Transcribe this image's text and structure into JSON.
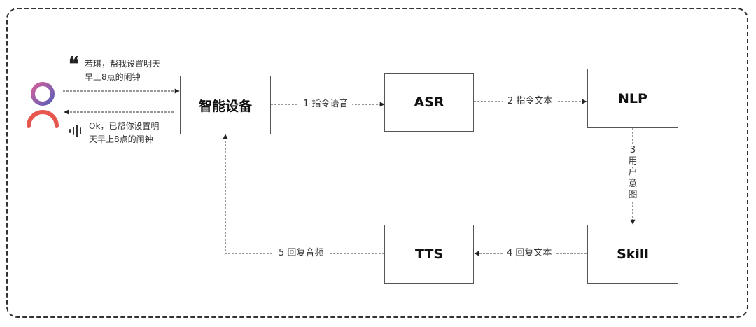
{
  "nodes": {
    "device": "智能设备",
    "asr": "ASR",
    "nlp": "NLP",
    "skill": "Skill",
    "tts": "TTS"
  },
  "edges": {
    "device_to_asr": "1 指令语音",
    "asr_to_nlp": "2 指令文本",
    "nlp_to_skill": "3用户意图",
    "skill_to_tts": "4 回复文本",
    "tts_to_device": "5 回复音频"
  },
  "user": {
    "request_line1": "若琪，帮我设置明天",
    "request_line2": "早上8点的闹钟",
    "reply_line1": "Ok，已帮你设置明",
    "reply_line2": "天早上8点的闹钟"
  },
  "icons": {
    "user": "user-icon",
    "quote": "quote-icon",
    "voice": "voice-wave-icon"
  },
  "colors": {
    "user_head": "#9b5ea8",
    "user_body": "#e8574d",
    "line": "#333333"
  }
}
